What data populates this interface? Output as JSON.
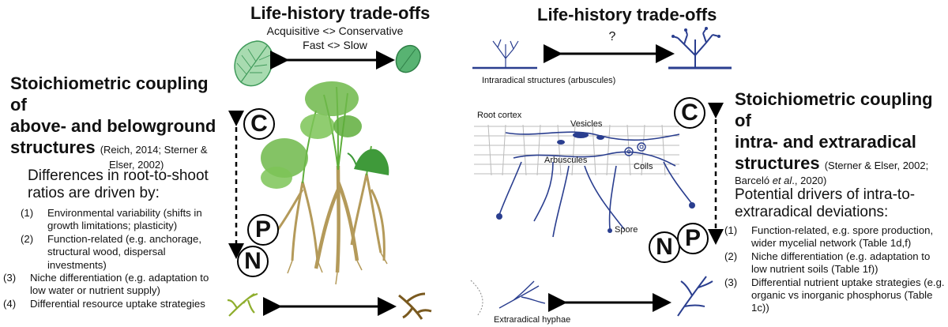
{
  "left": {
    "title": "Life-history trade-offs",
    "sub1": "Acquisitive <> Conservative",
    "sub2": "Fast <> Slow",
    "heading_line1": "Stoichiometric coupling of",
    "heading_line2": "above- and belowground",
    "heading_line3": "structures",
    "citation_a": "(Reich, 2014; Sterner &",
    "citation_b": "Elser, 2002)",
    "drivers_line1": "Differences in root-to-shoot",
    "drivers_line2": "ratios are driven by:",
    "items": [
      {
        "num": "(1)",
        "text": "Environmental variability (shifts in growth limitations; plasticity)"
      },
      {
        "num": "(2)",
        "text": "Function-related (e.g. anchorage, structural wood, dispersal investments)"
      },
      {
        "num": "(3)",
        "text": "Niche differentiation (e.g. adaptation to low water or nutrient supply)"
      },
      {
        "num": "(4)",
        "text": "Differential resource uptake strategies"
      }
    ],
    "circles": {
      "c": "C",
      "p": "P",
      "n": "N"
    }
  },
  "right": {
    "title": "Life-history trade-offs",
    "question": "?",
    "arbuscules_caption": "Intraradical structures (arbuscules)",
    "root_cortex": "Root cortex",
    "vesicles": "Vesicles",
    "arbuscules": "Arbuscules",
    "coils": "Coils",
    "spore": "Spore",
    "hyphae_caption": "Extraradical hyphae",
    "heading_line1": "Stoichiometric coupling of",
    "heading_line2": "intra- and extraradical",
    "heading_line3": "structures",
    "citation_a": "(Sterner & Elser, 2002;",
    "citation_b_pre": "Barceló ",
    "citation_b_ital": "et al",
    "citation_b_post": "., 2020)",
    "drivers_line1": "Potential drivers of intra-to-",
    "drivers_line2": "extraradical deviations:",
    "items": [
      {
        "num": "(1)",
        "text": "Function-related, e.g. spore production, wider mycelial network (Table 1d,f)"
      },
      {
        "num": "(2)",
        "text": "Niche differentiation (e.g. adaptation to low nutrient soils (Table 1f))"
      },
      {
        "num": "(3)",
        "text": "Differential nutrient uptake strategies (e.g. organic vs inorganic phosphorus (Table 1c))"
      }
    ],
    "circles": {
      "c": "C",
      "p": "P",
      "n": "N"
    }
  },
  "colors": {
    "leaf_light": "#9fd4a4",
    "leaf_dark": "#4caf6a",
    "plant_green": "#5fae3c",
    "root_tan": "#b49a5a",
    "fungus_blue": "#2a3e8f"
  }
}
